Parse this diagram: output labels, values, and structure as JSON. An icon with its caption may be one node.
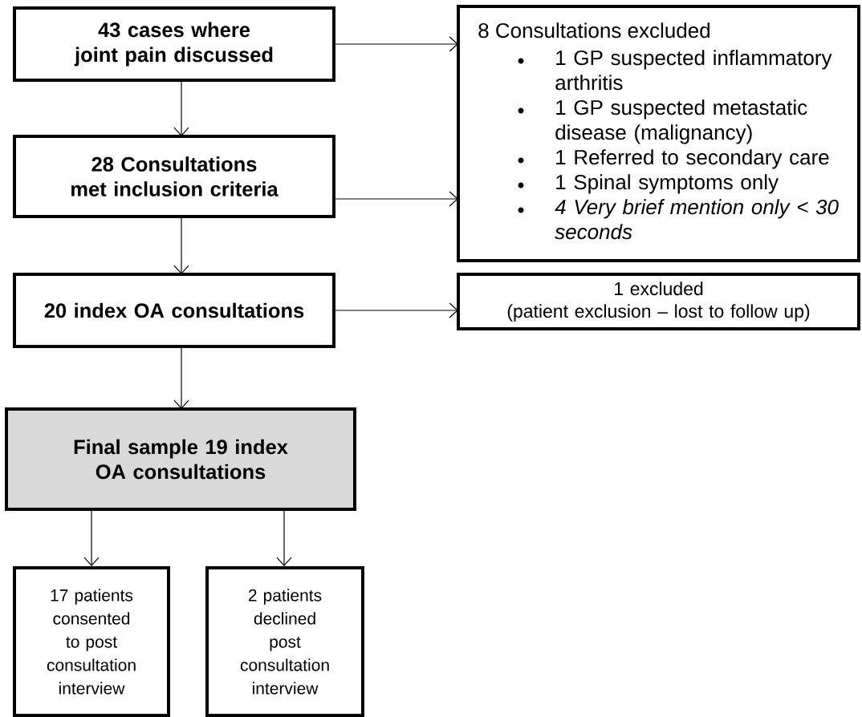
{
  "diagram": {
    "nodes": [
      {
        "text": [
          "43 cases where joint pain discussed"
        ]
      },
      {
        "text": [
          "8 Consultations excluded",
          "1 GP suspected inflammatory arthritis",
          "1 GP suspected metastatic disease (malignancy)",
          "1 Referred to secondary care",
          "1 Spinal symptoms only",
          "*4 Very brief mention only < 30 seconds*"
        ]
      },
      {
        "text": [
          "28 Consultations met inclusion criteria"
        ]
      },
      {
        "text": [
          "20 index OA consultations"
        ]
      },
      {
        "text": [
          "1 excluded",
          "(patient exclusion – lost to follow up)"
        ]
      },
      {
        "text": [
          "Final sample 19 index OA consultations"
        ]
      },
      {
        "text": [
          "17 patients consented to post consultation interview"
        ]
      },
      {
        "text": [
          "2 patients declined post consultation interview"
        ]
      }
    ],
    "edges": [
      {
        "from": 0,
        "to": 1,
        "arrow": "to"
      },
      {
        "from": 0,
        "to": 2,
        "arrow": "to"
      },
      {
        "from": 2,
        "to": 1,
        "arrow": "to"
      },
      {
        "from": 2,
        "to": 3,
        "arrow": "to"
      },
      {
        "from": 3,
        "to": 4,
        "arrow": "to"
      },
      {
        "from": 3,
        "to": 5,
        "arrow": "to"
      },
      {
        "from": 5,
        "to": 6,
        "arrow": "to"
      },
      {
        "from": 5,
        "to": 7,
        "arrow": "to"
      }
    ]
  }
}
